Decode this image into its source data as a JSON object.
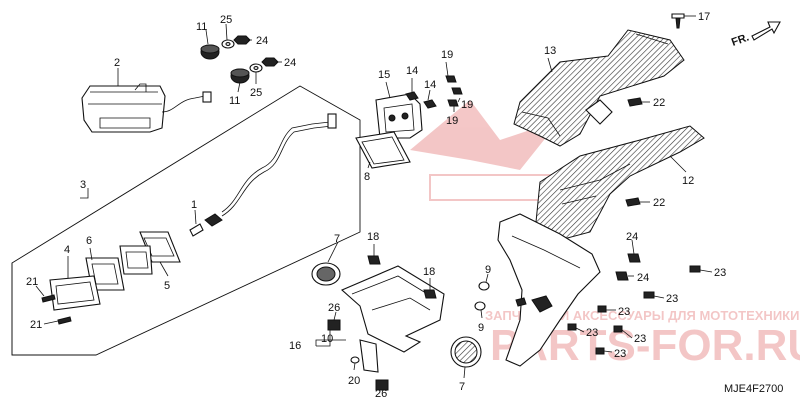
{
  "diagram": {
    "code": "MJE4F2700",
    "direction_label": "FR.",
    "watermark_lines": [
      "ЗАПЧАСТИ И АКСЕССУАРЫ ДЛЯ МОТОТЕХНИКИ",
      "PARTS-FOR.RU"
    ],
    "callouts": [
      {
        "id": "c2",
        "text": "2"
      },
      {
        "id": "c11a",
        "text": "11"
      },
      {
        "id": "c25a",
        "text": "25"
      },
      {
        "id": "c24a",
        "text": "24"
      },
      {
        "id": "c24b",
        "text": "24"
      },
      {
        "id": "c11b",
        "text": "11"
      },
      {
        "id": "c25b",
        "text": "25"
      },
      {
        "id": "c3",
        "text": "3"
      },
      {
        "id": "c1",
        "text": "1"
      },
      {
        "id": "c4",
        "text": "4"
      },
      {
        "id": "c6",
        "text": "6"
      },
      {
        "id": "c21a",
        "text": "21"
      },
      {
        "id": "c21b",
        "text": "21"
      },
      {
        "id": "c5",
        "text": "5"
      },
      {
        "id": "c15",
        "text": "15"
      },
      {
        "id": "c14a",
        "text": "14"
      },
      {
        "id": "c14b",
        "text": "14"
      },
      {
        "id": "c19a",
        "text": "19"
      },
      {
        "id": "c19b",
        "text": "19"
      },
      {
        "id": "c19c",
        "text": "19"
      },
      {
        "id": "c8",
        "text": "8"
      },
      {
        "id": "c13",
        "text": "13"
      },
      {
        "id": "c17",
        "text": "17"
      },
      {
        "id": "c22a",
        "text": "22"
      },
      {
        "id": "c12",
        "text": "12"
      },
      {
        "id": "c22b",
        "text": "22"
      },
      {
        "id": "c7a",
        "text": "7"
      },
      {
        "id": "c18a",
        "text": "18"
      },
      {
        "id": "c18b",
        "text": "18"
      },
      {
        "id": "c9a",
        "text": "9"
      },
      {
        "id": "c9b",
        "text": "9"
      },
      {
        "id": "c26a",
        "text": "26"
      },
      {
        "id": "c10",
        "text": "10"
      },
      {
        "id": "c16",
        "text": "16"
      },
      {
        "id": "c20",
        "text": "20"
      },
      {
        "id": "c26b",
        "text": "26"
      },
      {
        "id": "c7b",
        "text": "7"
      },
      {
        "id": "c24c",
        "text": "24"
      },
      {
        "id": "c24d",
        "text": "24"
      },
      {
        "id": "c23a",
        "text": "23"
      },
      {
        "id": "c23b",
        "text": "23"
      },
      {
        "id": "c23c",
        "text": "23"
      },
      {
        "id": "c23d",
        "text": "23"
      },
      {
        "id": "c23e",
        "text": "23"
      },
      {
        "id": "c23f",
        "text": "23"
      }
    ]
  }
}
